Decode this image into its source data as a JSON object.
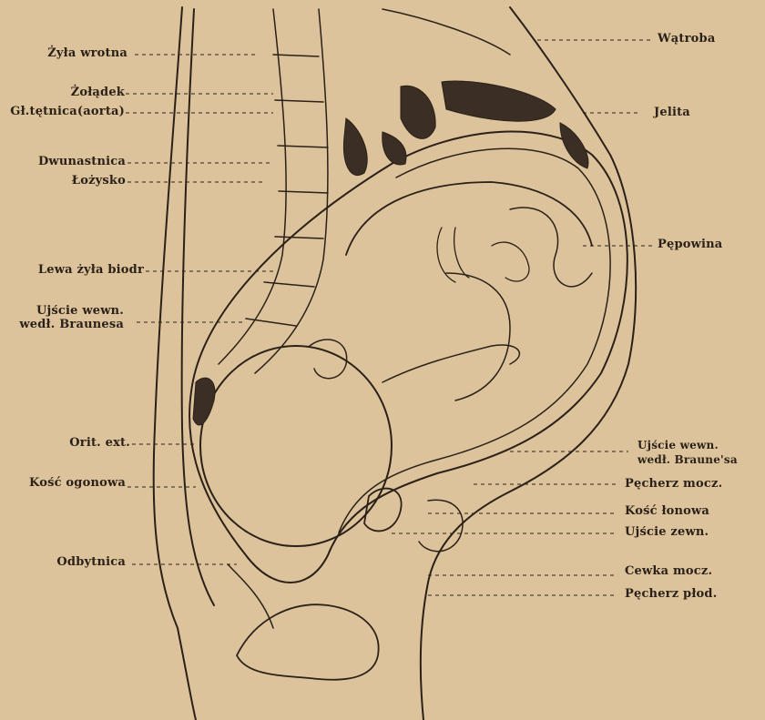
{
  "labels_left": {
    "zyla_wrotna": "Żyła wrotna",
    "zoladek": "Żołądek",
    "tetnica": "Gł.tętnica(aorta)",
    "dwunastnica": "Dwunastnica",
    "lozysko": "Łożysko",
    "lewa_zyla": "Lewa żyła biodr",
    "ujscie_wewn_1": "Ujście wewn.",
    "ujscie_wewn_2": "wedł. Braunesa",
    "orit_ext": "Orit. ext.",
    "kosc_ogonowa": "Kość ogonowa",
    "odbytnica": "Odbytnica"
  },
  "labels_right": {
    "watroba": "Wątroba",
    "jelita": "Jelita",
    "pepowina": "Pępowina",
    "ujscie_wewn_1": "Ujście wewn.",
    "ujscie_wewn_2": "wedł. Braune'sa",
    "pecherz_mocz": "Pęcherz mocz.",
    "kosc_lonowa": "Kość łonowa",
    "ujscie_zewn": "Ujście zewn.",
    "cewka_mocz": "Cewka mocz.",
    "pecherz_plod": "Pęcherz płod."
  },
  "colors": {
    "paper": "#dcc39b",
    "ink": "#2b2118",
    "shade": "#3a2e25"
  }
}
